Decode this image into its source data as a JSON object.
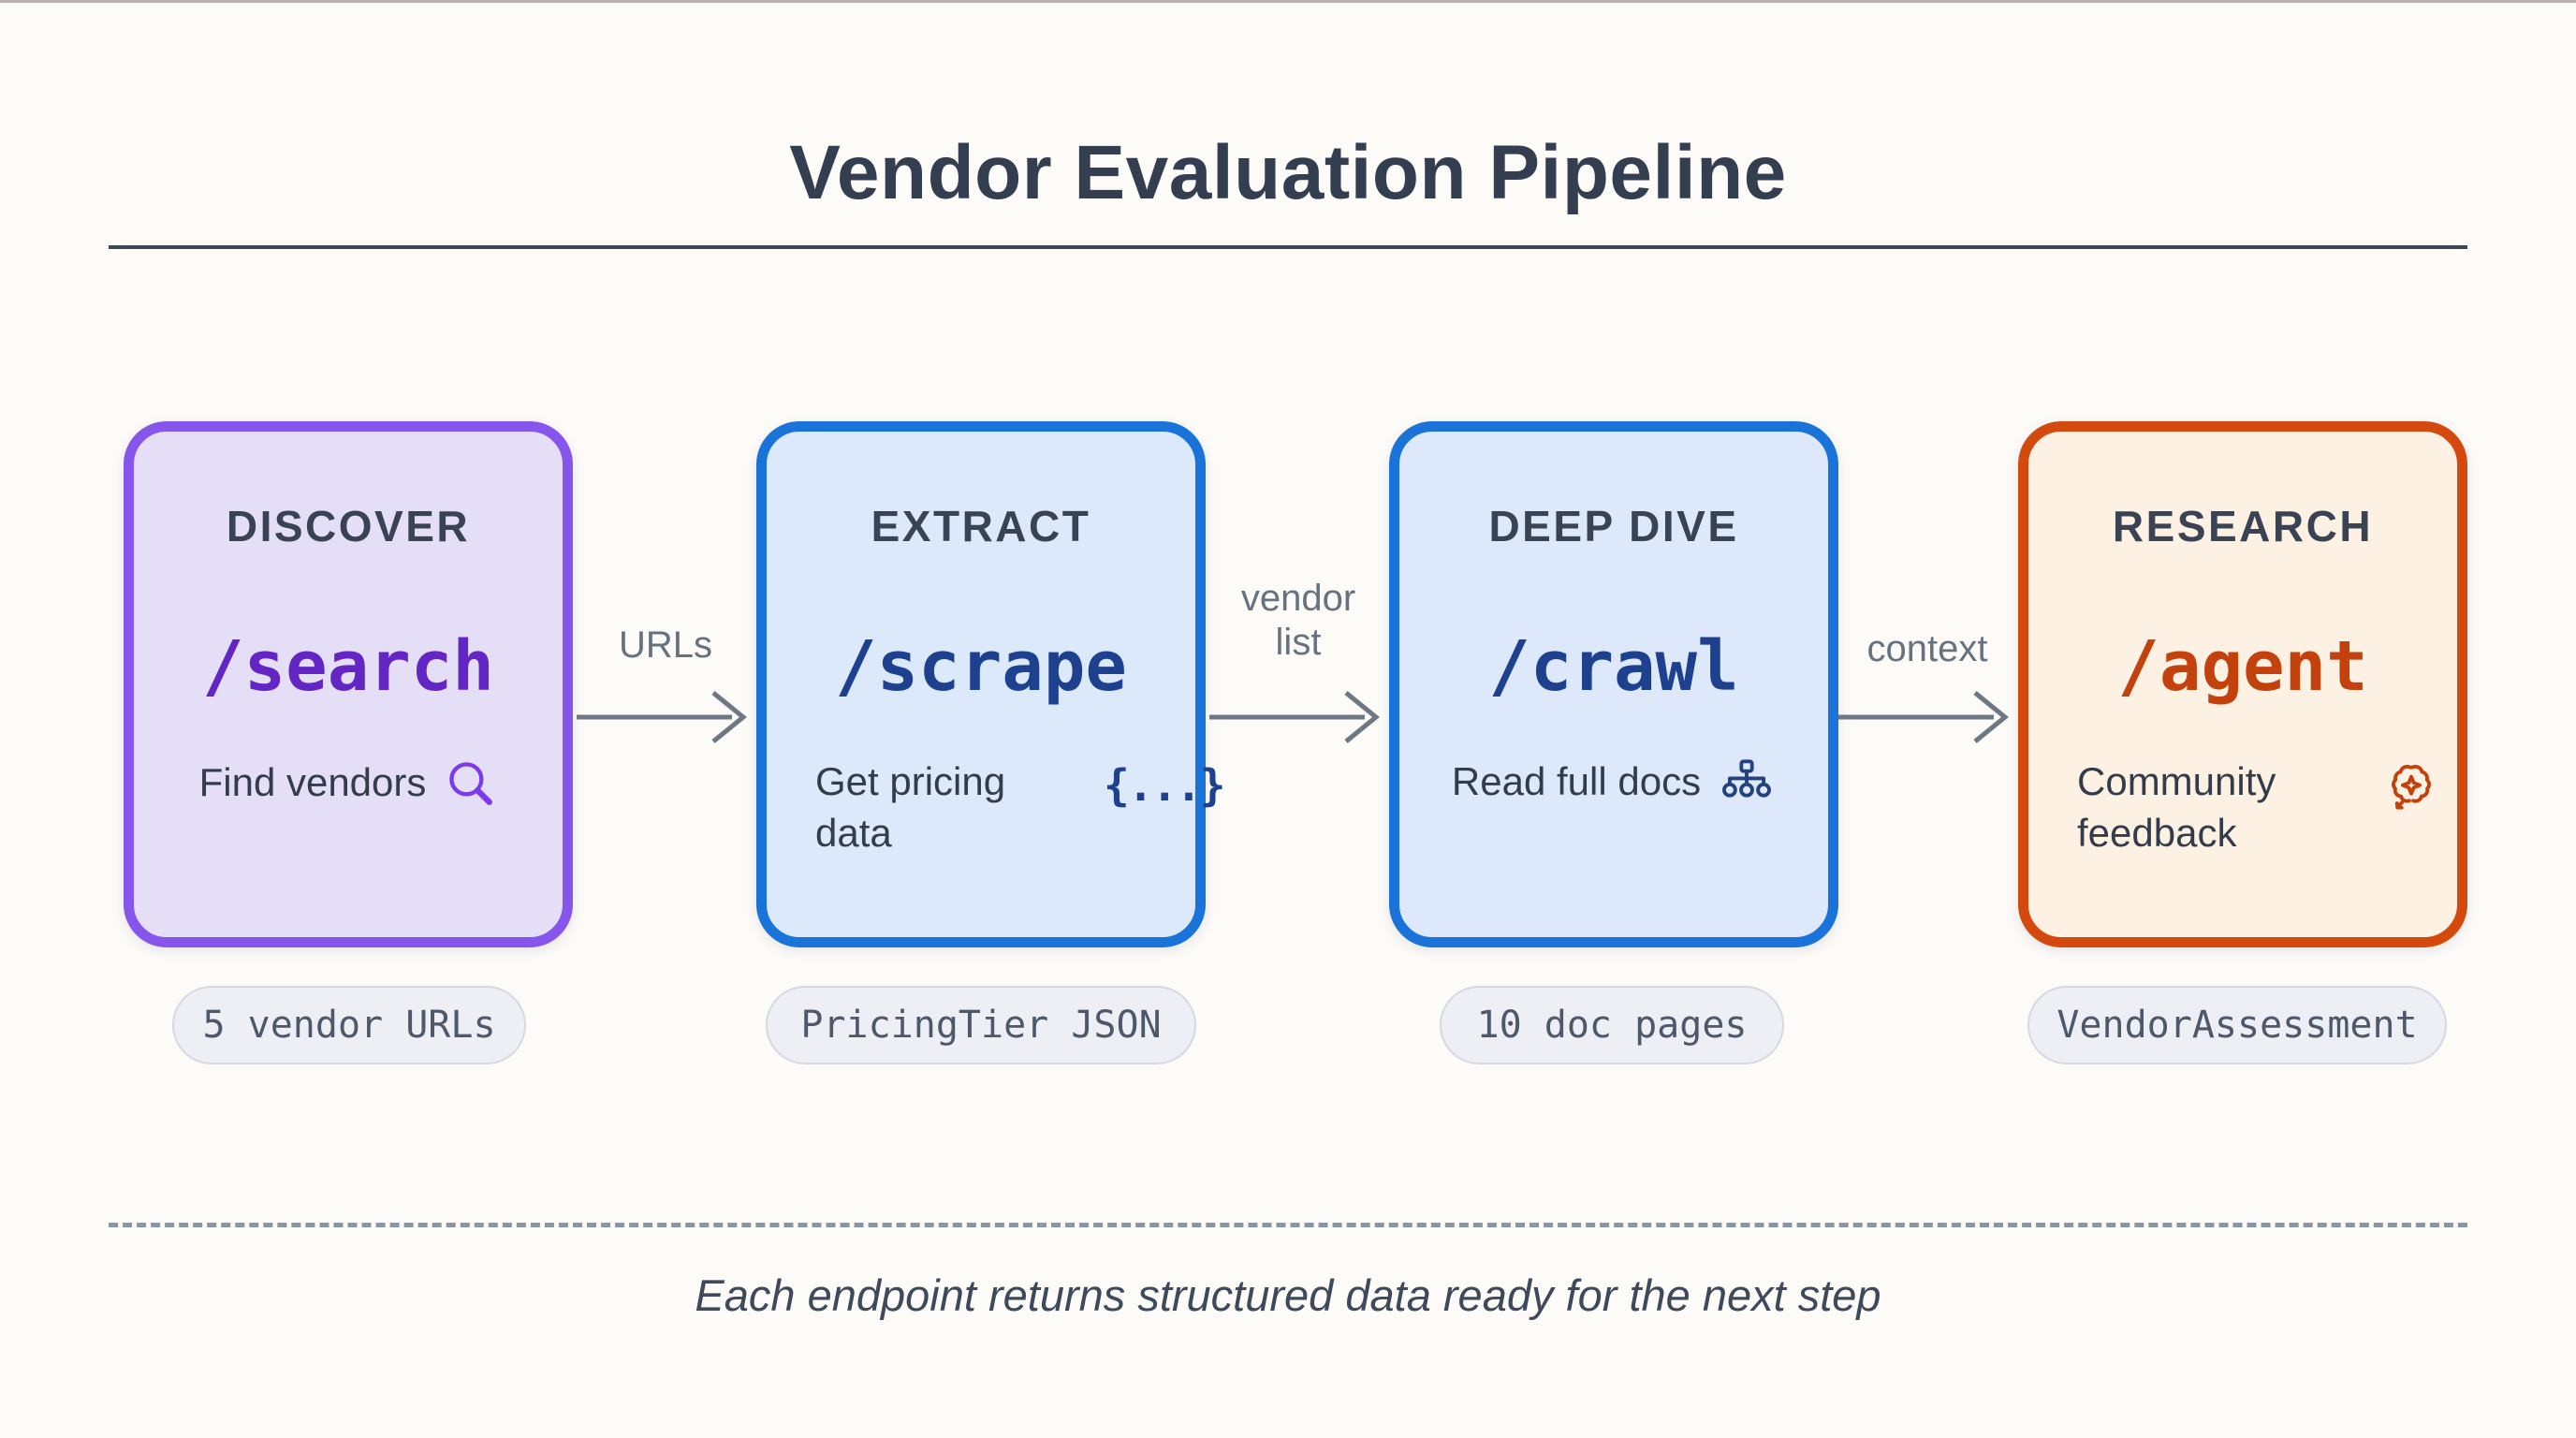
{
  "title": "Vendor Evaluation Pipeline",
  "steps": [
    {
      "stage": "DISCOVER",
      "endpoint": "/search",
      "description": "Find vendors",
      "icon": "magnifier-icon",
      "output_badge": "5 vendor URLs",
      "border_color": "#8656ec",
      "fill_color": "#e4def6",
      "endpoint_color": "#6326c4"
    },
    {
      "stage": "EXTRACT",
      "endpoint": "/scrape",
      "description": "Get pricing data",
      "icon": "json-braces-icon",
      "output_badge": "PricingTier JSON",
      "border_color": "#1a73d8",
      "fill_color": "#dce9fb",
      "endpoint_color": "#1e418f"
    },
    {
      "stage": "DEEP DIVE",
      "endpoint": "/crawl",
      "description": "Read full docs",
      "icon": "sitemap-icon",
      "output_badge": "10 doc pages",
      "border_color": "#1a73d8",
      "fill_color": "#dde9fb",
      "endpoint_color": "#1e418f"
    },
    {
      "stage": "RESEARCH",
      "endpoint": "/agent",
      "description": "Community feedback",
      "icon": "brain-sparkle-icon",
      "output_badge": "VendorAssessment",
      "border_color": "#d44a0e",
      "fill_color": "#fcf1e2",
      "endpoint_color": "#c2410c"
    }
  ],
  "arrows": [
    {
      "label": "URLs"
    },
    {
      "label": "vendor list"
    },
    {
      "label": "context"
    }
  ],
  "glyphs": {
    "json_braces": "{...}"
  },
  "footer": {
    "note": "Each endpoint returns structured data ready for the next step"
  },
  "colors": {
    "background": "#fcfbf8",
    "title_text": "#333e50",
    "rule": "#3b4656",
    "arrow": "#6e7884",
    "arrow_label": "#67727f",
    "pill_bg": "#edeff4",
    "pill_border": "#d5d9e1",
    "pill_text": "#4d596a",
    "divider_dash": "#8c95a3",
    "footer_text": "#3e4a5c"
  }
}
